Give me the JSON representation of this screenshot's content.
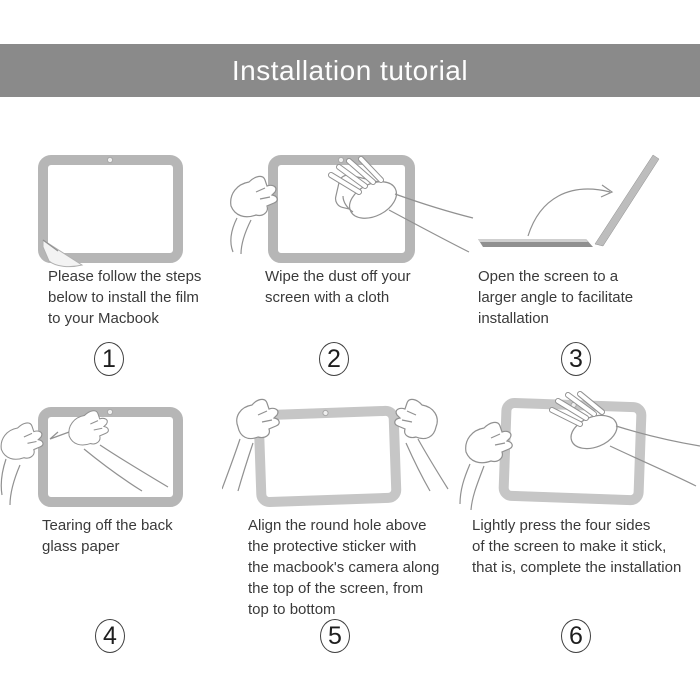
{
  "header": {
    "title": "Installation tutorial"
  },
  "steps": [
    {
      "number": "1",
      "caption": [
        "Please follow the steps",
        "below to install the film",
        "to your Macbook"
      ],
      "illustration": "macbook-screen-film-with-peeled-corner"
    },
    {
      "number": "2",
      "caption": [
        "Wipe the dust off your",
        "screen with a cloth"
      ],
      "illustration": "hand-wiping-screen-with-cloth"
    },
    {
      "number": "3",
      "caption": [
        "Open the screen to a",
        "larger angle to facilitate",
        "installation"
      ],
      "illustration": "laptop-opened-to-wide-angle-side-view"
    },
    {
      "number": "4",
      "caption": [
        "Tearing off the back",
        "glass paper"
      ],
      "illustration": "hands-tearing-off-back-paper"
    },
    {
      "number": "5",
      "caption": [
        "Align the round hole above",
        "the protective sticker with",
        "the macbook's camera along",
        "the top of the screen, from",
        "top to bottom"
      ],
      "illustration": "two-hands-aligning-film-over-screen"
    },
    {
      "number": "6",
      "caption": [
        "Lightly press the four sides",
        "of the screen to make it stick,",
        "that is, complete the installation"
      ],
      "illustration": "hand-pressing-screen-to-stick"
    }
  ],
  "colors": {
    "background": "#ffffff",
    "header_bg": "#8a8a8a",
    "header_text": "#fdfdfd",
    "bezel": "#b6b6b6",
    "bezel_light": "#c6c6c6",
    "line": "#919191",
    "caption_text": "#3a3a3a"
  }
}
